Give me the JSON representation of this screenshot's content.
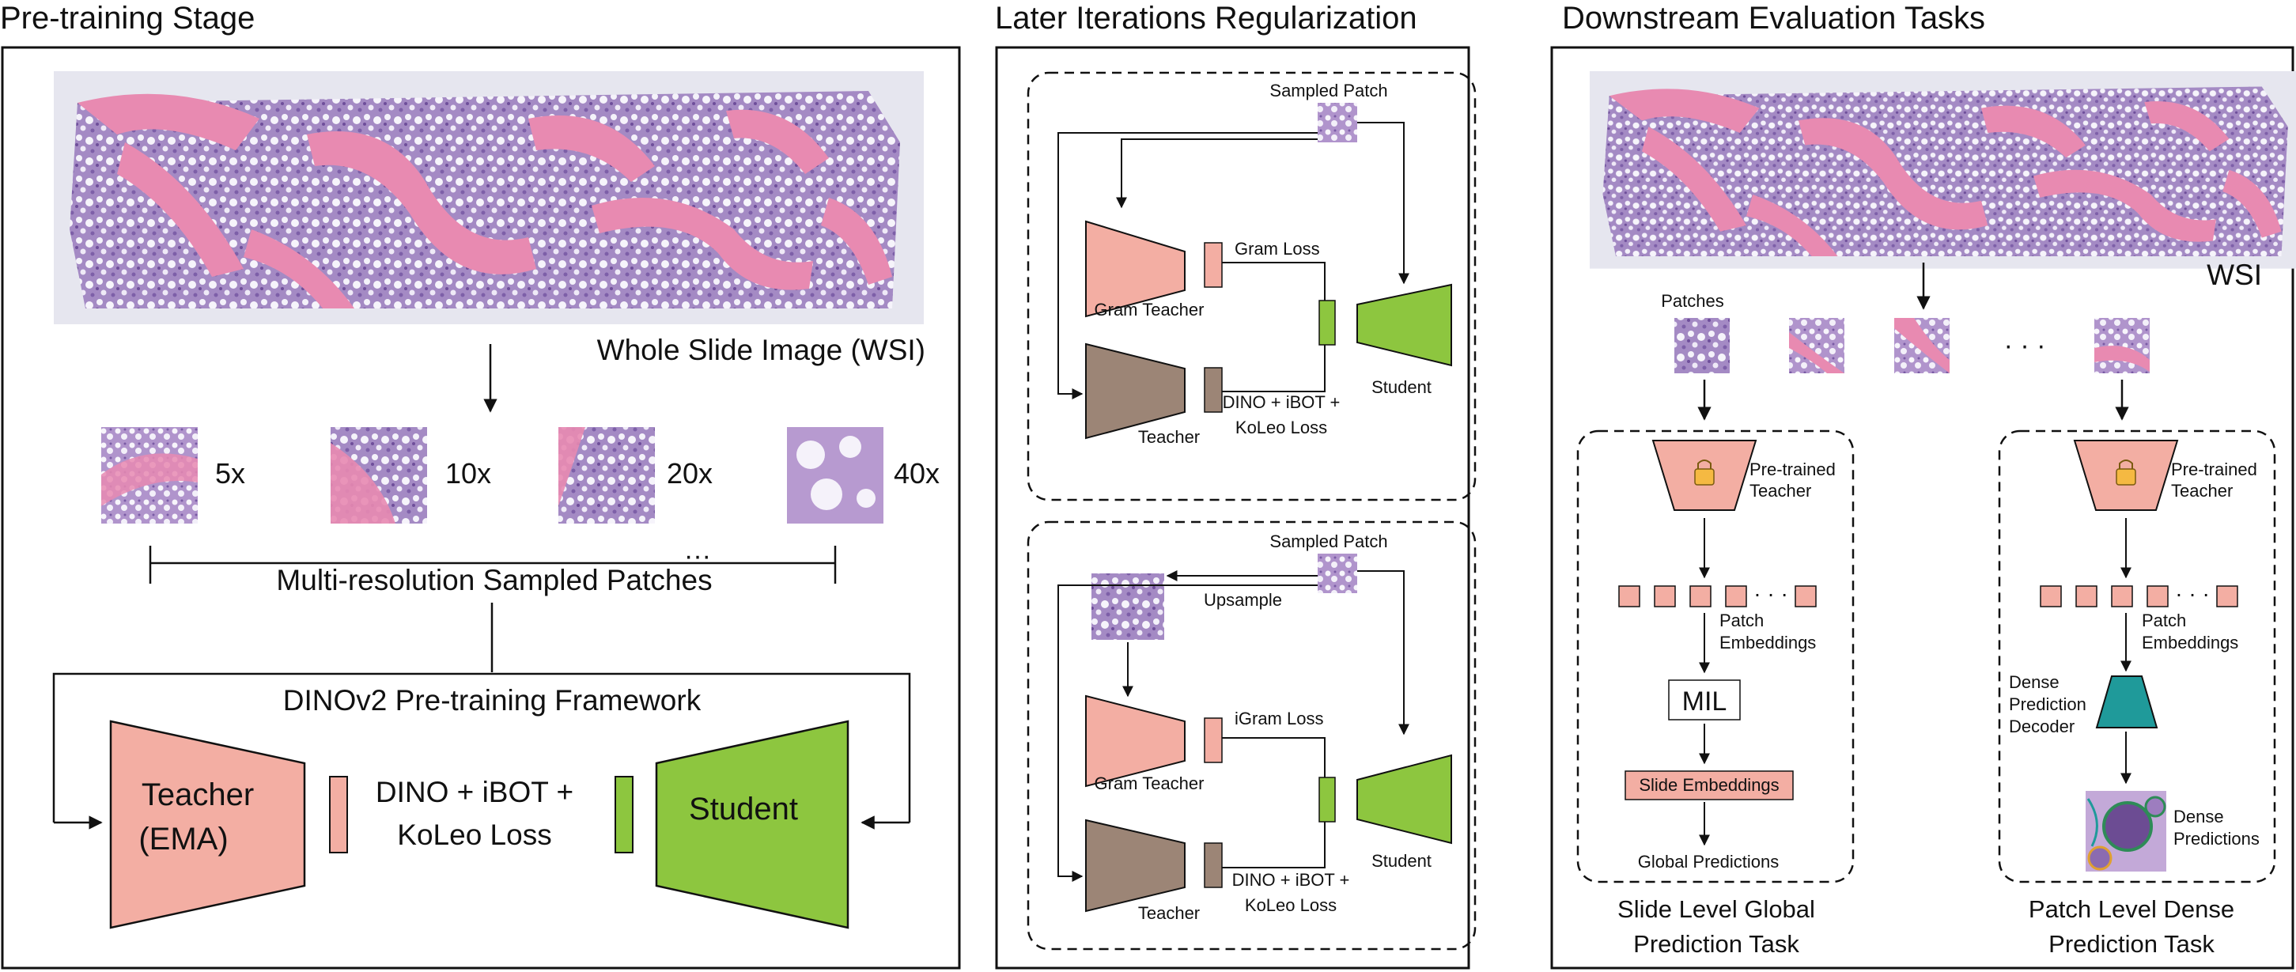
{
  "colors": {
    "teacher": "#F3AEA3",
    "student": "#8DC63F",
    "ema_teacher": "#9C8576",
    "decoder": "#1F9A9A",
    "tissue_pink": "#E88AB1",
    "tissue_purple": "#A98CC6",
    "tissue_bg": "#E4E4EE"
  },
  "panels": {
    "pretraining": {
      "title": "Pre-training Stage",
      "wsi_label": "Whole Slide Image (WSI)",
      "magnifications": [
        "5x",
        "10x",
        "20x",
        "40x"
      ],
      "ellipsis": "···",
      "multires_label": "Multi-resolution Sampled Patches",
      "framework_label": "DINOv2 Pre-training Framework",
      "teacher_line1": "Teacher",
      "teacher_line2": "(EMA)",
      "loss_line1": "DINO + iBOT +",
      "loss_line2": "KoLeo Loss",
      "student": "Student"
    },
    "regularization": {
      "title": "Later Iterations Regularization",
      "top": {
        "sampled_patch": "Sampled Patch",
        "gram_loss": "Gram Loss",
        "gram_teacher": "Gram Teacher",
        "student": "Student",
        "teacher": "Teacher",
        "loss_line1": "DINO + iBOT +",
        "loss_line2": "KoLeo Loss"
      },
      "bottom": {
        "sampled_patch": "Sampled Patch",
        "upsample": "Upsample",
        "igram_loss": "iGram Loss",
        "gram_teacher": "Gram Teacher",
        "student": "Student",
        "teacher": "Teacher",
        "loss_line1": "DINO + iBOT +",
        "loss_line2": "KoLeo Loss"
      }
    },
    "downstream": {
      "title": "Downstream Evaluation Tasks",
      "wsi": "WSI",
      "patches": "Patches",
      "ellipsis": "· · ·",
      "left": {
        "teacher_line1": "Pre-trained",
        "teacher_line2": "Teacher",
        "ellipsis": "· · ·",
        "emb_line1": "Patch",
        "emb_line2": "Embeddings",
        "mil": "MIL",
        "slide_embeddings": "Slide Embeddings",
        "global_predictions": "Global Predictions",
        "task_line1": "Slide Level Global",
        "task_line2": "Prediction Task"
      },
      "right": {
        "teacher_line1": "Pre-trained",
        "teacher_line2": "Teacher",
        "ellipsis": "· · ·",
        "emb_line1": "Patch",
        "emb_line2": "Embeddings",
        "decoder_line1": "Dense",
        "decoder_line2": "Prediction",
        "decoder_line3": "Decoder",
        "dense_line1": "Dense",
        "dense_line2": "Predictions",
        "task_line1": "Patch Level Dense",
        "task_line2": "Prediction Task"
      }
    }
  }
}
